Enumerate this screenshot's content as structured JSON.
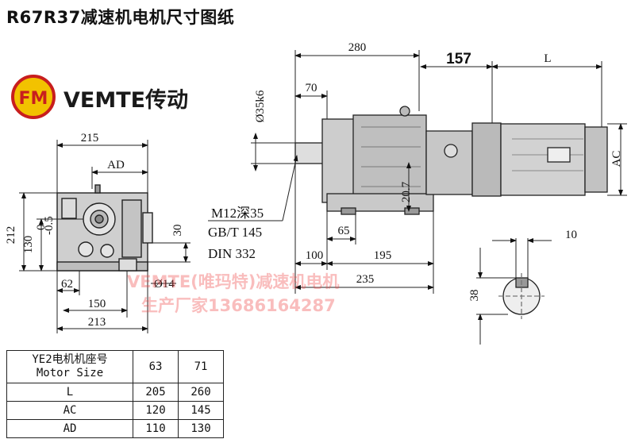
{
  "title": "R67R37减速机电机尺寸图纸",
  "brand": {
    "logo_text": "FM",
    "name": "VEMTE传动"
  },
  "watermark": {
    "line1": "VEMTE(唯玛特)减速机电机",
    "line2": "生产厂家13686164287"
  },
  "dimensions": {
    "front_width": "215",
    "front_ad": "AD",
    "front_height": "212",
    "front_center_height": "130",
    "front_center_tol_upper": "0",
    "front_center_tol_lower": "-0.5",
    "front_foot_30": "30",
    "front_bolt_hole": "Ø14",
    "front_62": "62",
    "front_150": "150",
    "front_213": "213",
    "side_280": "280",
    "side_157": "157",
    "side_L": "L",
    "side_shaft_dia": "Ø35k6",
    "side_70": "70",
    "side_20_7": "20.7",
    "side_AC": "AC",
    "side_65": "65",
    "side_100": "100",
    "side_195": "195",
    "side_235": "235",
    "key_10": "10",
    "key_38": "38"
  },
  "notes": {
    "thread": "M12深35",
    "std1": "GB/T 145",
    "std2": "DIN 332"
  },
  "table": {
    "header_line1": "YE2电机机座号",
    "header_line2": "Motor Size",
    "sizes": [
      "63",
      "71"
    ],
    "rows": [
      {
        "label": "L",
        "values": [
          "205",
          "260"
        ]
      },
      {
        "label": "AC",
        "values": [
          "120",
          "145"
        ]
      },
      {
        "label": "AD",
        "values": [
          "110",
          "130"
        ]
      }
    ]
  }
}
